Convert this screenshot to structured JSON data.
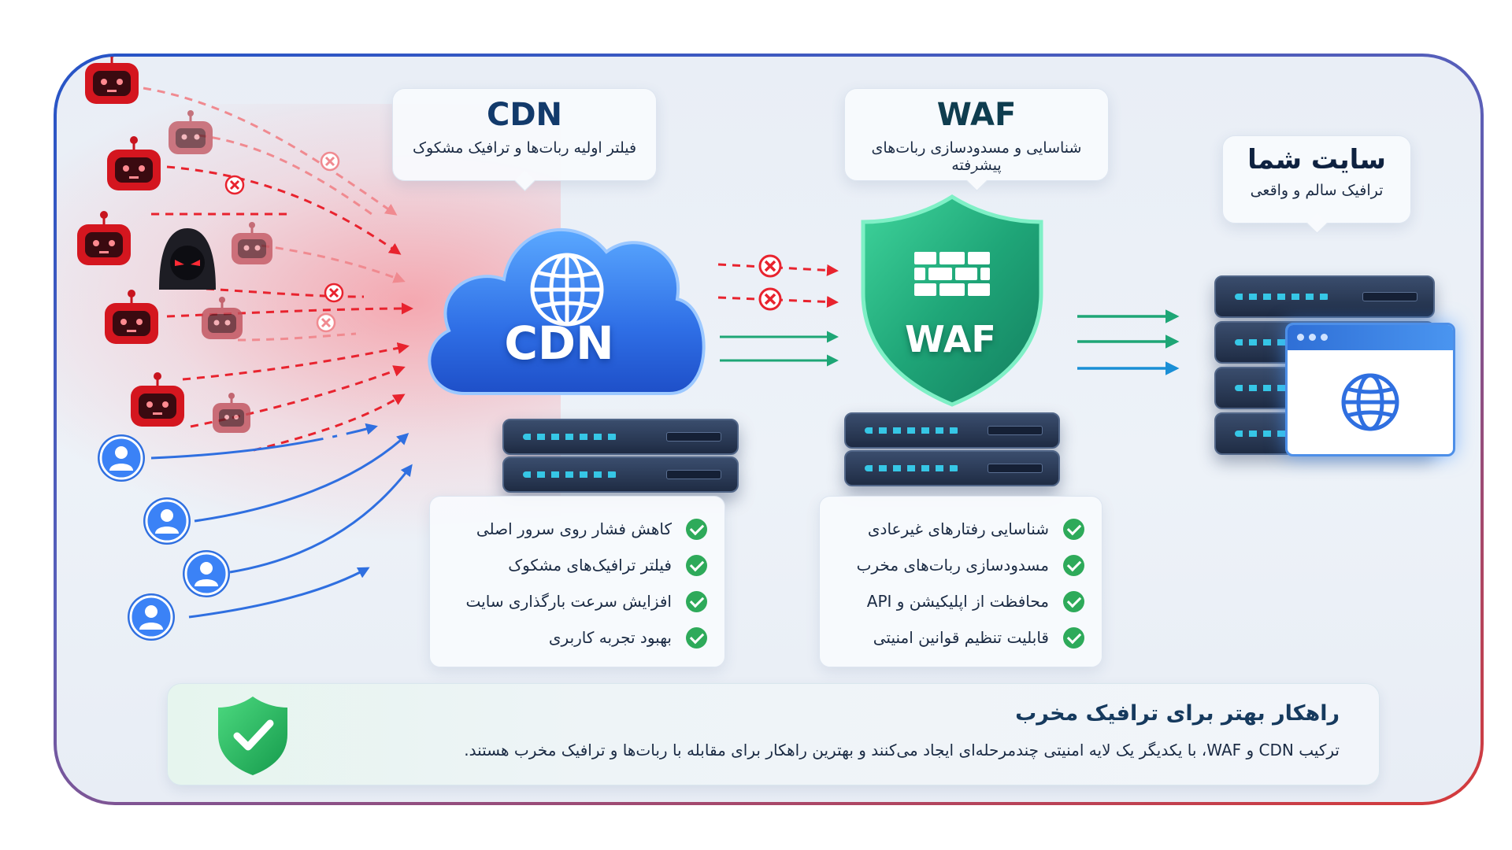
{
  "cdn": {
    "title": "CDN",
    "subtitle": "فیلتر اولیه ربات‌ها و ترافیک مشکوک",
    "label": "CDN",
    "features": [
      "کاهش فشار روی سرور اصلی",
      "فیلتر ترافیک‌های مشکوک",
      "افزایش سرعت بارگذاری سایت",
      "بهبود تجربه کاربری"
    ]
  },
  "waf": {
    "title": "WAF",
    "subtitle": "شناسایی و مسدودسازی ربات‌های پیشرفته",
    "label": "WAF",
    "features": [
      "شناسایی رفتارهای غیرعادی",
      "مسدودسازی ربات‌های مخرب",
      "محافظت از اپلیکیشن و API",
      "قابلیت تنظیم قوانین امنیتی"
    ]
  },
  "site": {
    "title": "سایت شما",
    "subtitle": "ترافیک سالم و واقعی"
  },
  "banner": {
    "title": "راهکار بهتر برای ترافیک مخرب",
    "body": "ترکیب CDN و WAF، با یکدیگر یک لایه امنیتی چندمرحله‌ای ایجاد می‌کنند و بهترین راهکار برای مقابله با ربات‌ها و ترافیک مخرب هستند."
  },
  "colors": {
    "malicious": "#e8232e",
    "legit": "#2f6fe0",
    "waf_green": "#1ea676",
    "cdn_blue": "#2563eb"
  },
  "icons": {
    "bot": "robot-icon",
    "hacker": "hacker-icon",
    "user": "user-icon",
    "blocked": "blocked-x-icon",
    "globe": "globe-icon",
    "firewall": "brick-wall-icon",
    "check": "check-icon",
    "server": "server-rack-icon"
  }
}
